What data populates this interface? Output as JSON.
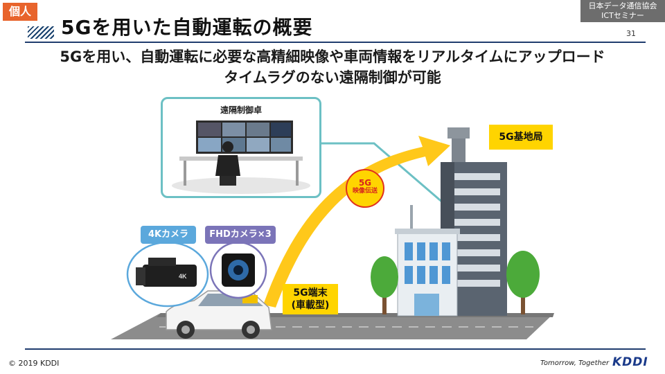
{
  "badge": "個人",
  "header": {
    "title": "5Gを用いた自動運転の概要",
    "org_line1": "日本データ通信協会",
    "org_line2": "ICTセミナー",
    "page_number": "31"
  },
  "subtitle": {
    "line1": "5Gを用い、自動運転に必要な高精細映像や車両情報をリアルタイムにアップロード",
    "line2": "タイムラグのない遠隔制御が可能"
  },
  "diagram": {
    "control_room_label": "遠隔制御卓",
    "base_station_label": "5G基地局",
    "video_badge_line1": "5G",
    "video_badge_line2": "映像伝送",
    "camera_4k_label": "4Kカメラ",
    "camera_fhd_label": "FHDカメラ×3",
    "terminal_label_line1": "5G端末",
    "terminal_label_line2": "(車載型)",
    "camera_mark": "4K"
  },
  "footer": {
    "copyright": "© 2019 KDDI",
    "tagline": "Tomorrow, Together",
    "logo": "KDDI"
  },
  "colors": {
    "badge": "#e8642c",
    "title_rule": "#1f3c6e",
    "accent_yellow": "#ffd400",
    "camera_4k": "#5ba8dc",
    "camera_fhd": "#7b74b8",
    "control_border": "#6cc0c4"
  }
}
